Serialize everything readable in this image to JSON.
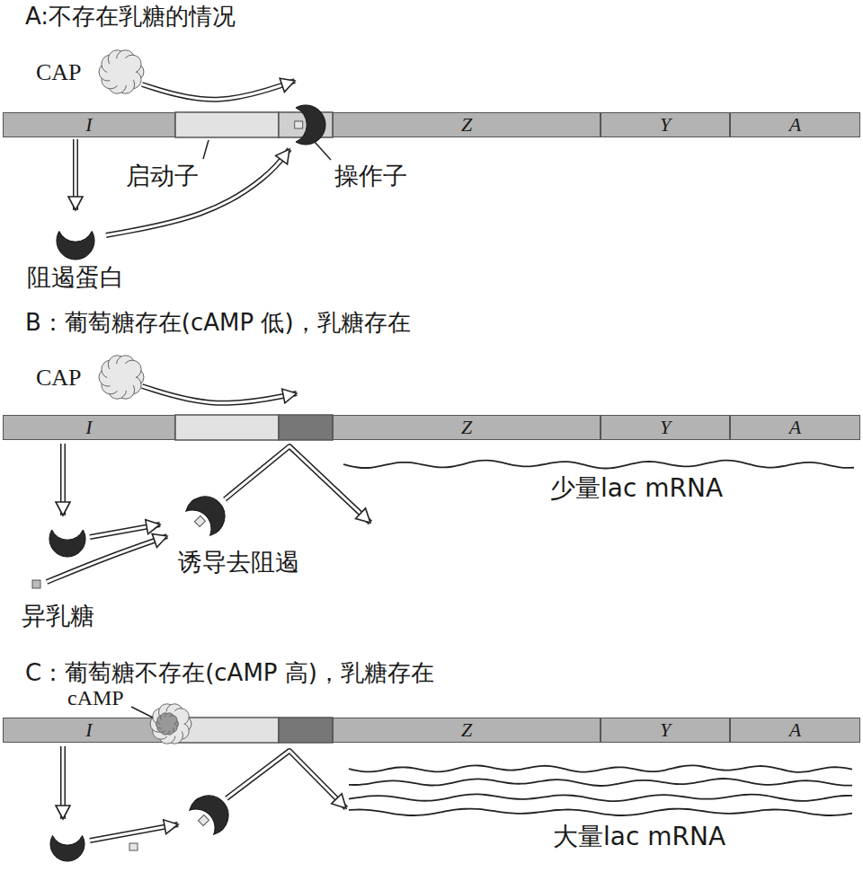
{
  "diagram": {
    "nodes": [
      {
        "text": [
          "I"
        ]
      },
      {
        "text": [
          "Z"
        ]
      },
      {
        "text": [
          "Y"
        ]
      },
      {
        "text": [
          "A"
        ]
      },
      {
        "text": [
          "阻遏蛋白"
        ]
      },
      {
        "text": [
          "I"
        ]
      },
      {
        "text": [
          "Z"
        ]
      },
      {
        "text": [
          "Y"
        ]
      },
      {
        "text": [
          "A"
        ]
      },
      {
        "text": [
          "I"
        ]
      },
      {
        "text": [
          "Z"
        ]
      },
      {
        "text": [
          "Y"
        ]
      },
      {
        "text": [
          "A"
        ]
      }
    ],
    "edges": [
      {
        "from": 0,
        "to": 4,
        "arrow": "to"
      }
    ],
    "labels": [
      "A:不存在乳糖的情况",
      "CAP",
      "启动子",
      "操作子",
      "B：葡萄糖存在(cAMP 低)，乳糖存在",
      "CAP",
      "少量lac mRNA",
      "诱导去阻遏",
      "异乳糖",
      "C：葡萄糖不存在(cAMP 高)，乳糖存在",
      "cAMP",
      "大量lac mRNA"
    ]
  }
}
